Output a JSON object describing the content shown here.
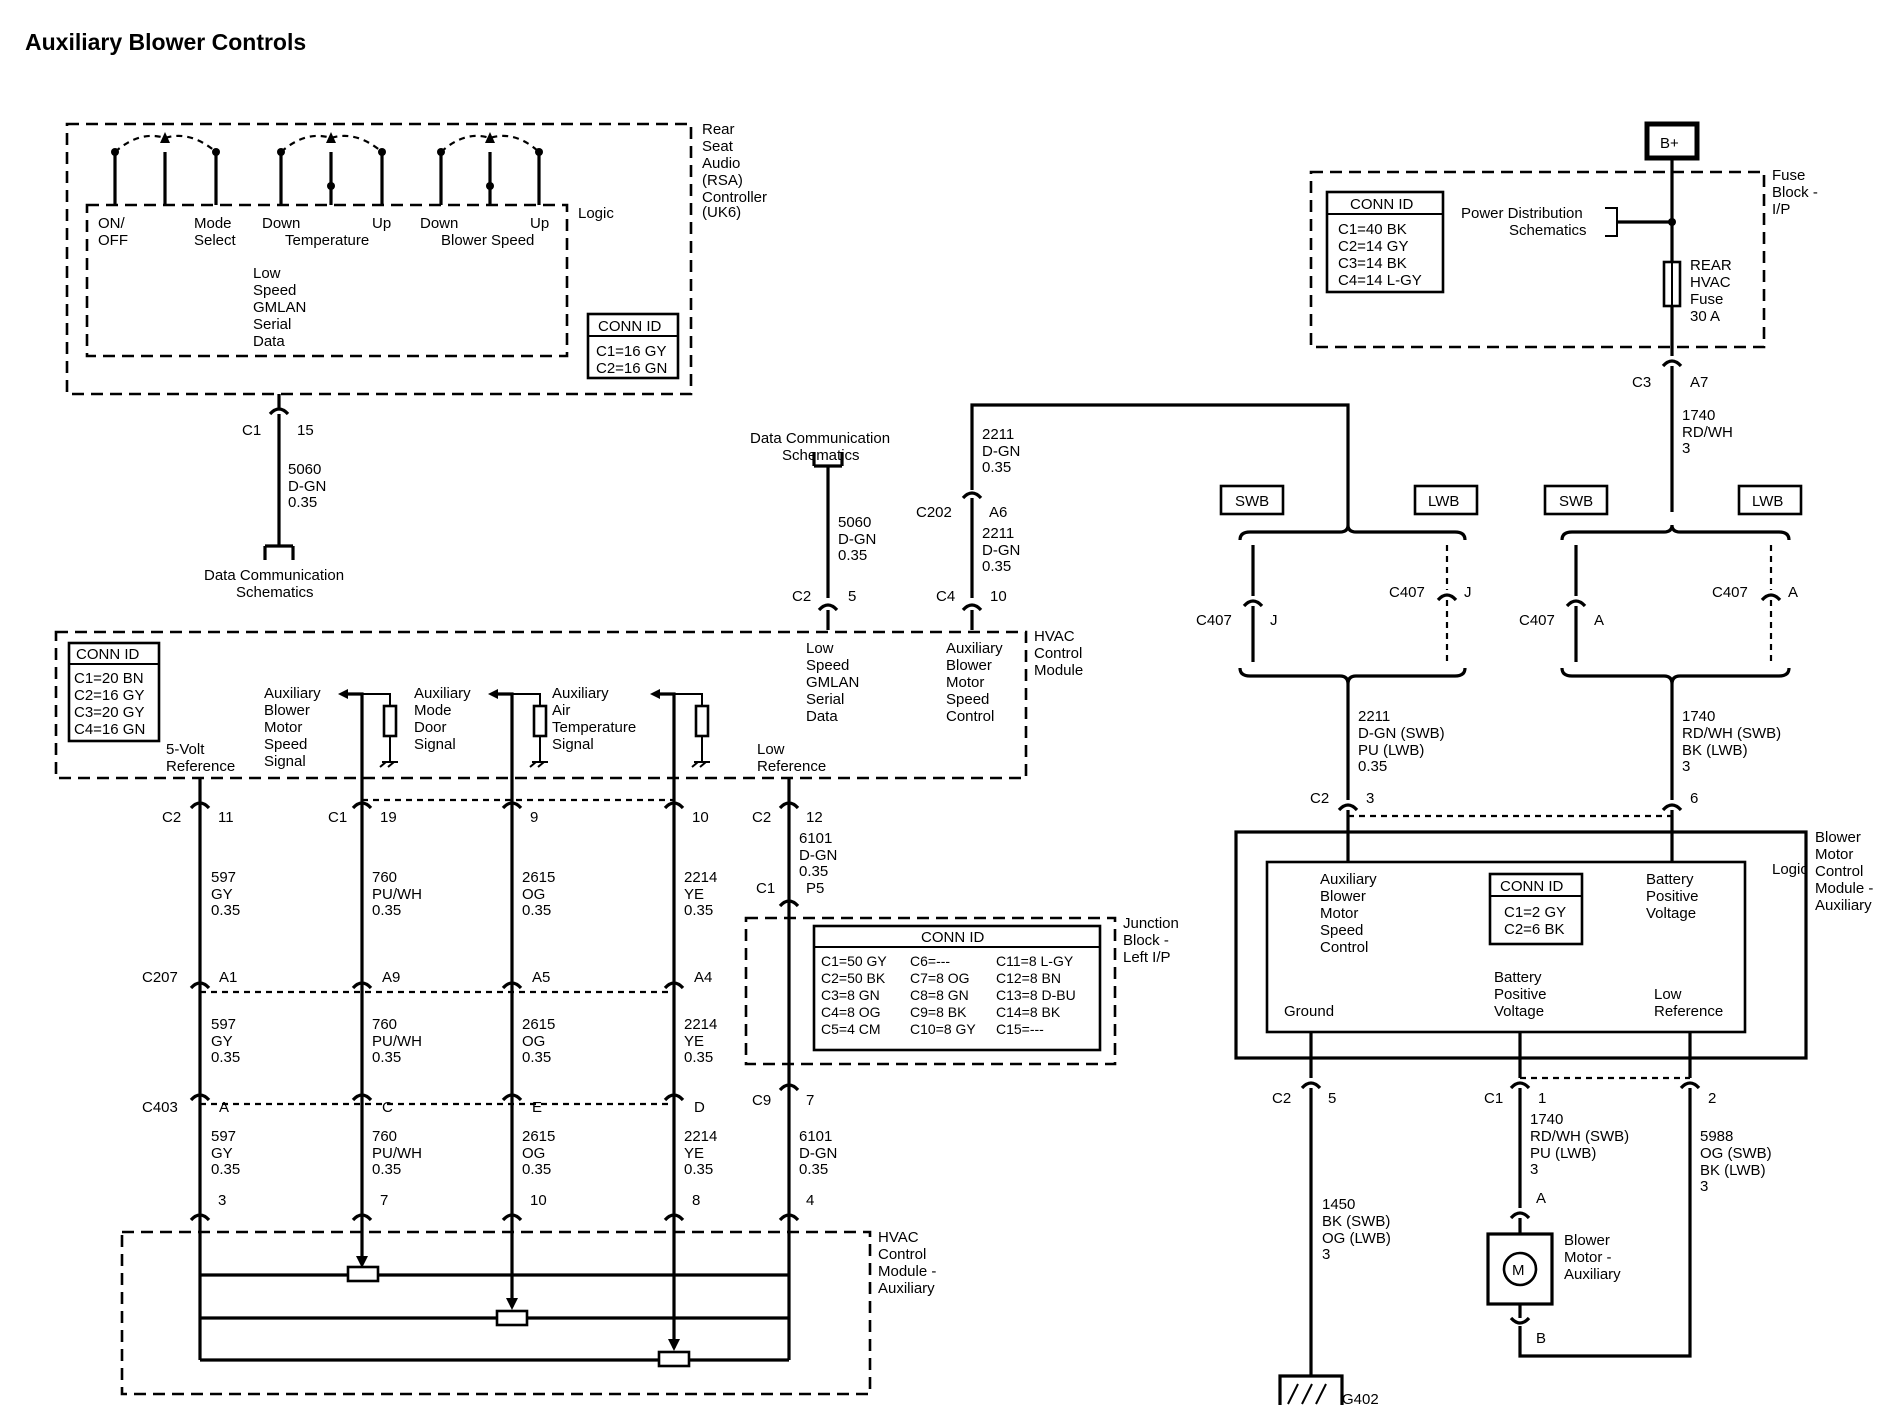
{
  "title": "Auxiliary Blower Controls",
  "rsa": {
    "name": [
      "Rear",
      "Seat",
      "Audio",
      "(RSA)",
      "Controller",
      "(UK6)"
    ],
    "logic": "Logic",
    "switches": [
      [
        "ON/",
        "OFF"
      ],
      [
        "Mode",
        "Select"
      ],
      [
        "Down"
      ],
      [
        "Temperature"
      ],
      [
        "Up"
      ],
      [
        "Down"
      ],
      [
        "Blower Speed"
      ],
      [
        "Up"
      ]
    ],
    "gmlan": [
      "Low",
      "Speed",
      "GMLAN",
      "Serial",
      "Data"
    ],
    "conn": {
      "title": "CONN ID",
      "rows": [
        "C1=16 GY",
        "C2=16 GN"
      ]
    },
    "pin": {
      "conn": "C1",
      "num": "15"
    },
    "wire": [
      "5060",
      "D-GN",
      "0.35"
    ],
    "dcs": [
      "Data Communication",
      "Schematics"
    ]
  },
  "dcs2": {
    "label": [
      "Data Communication",
      "Schematics"
    ],
    "wire": [
      "5060",
      "D-GN",
      "0.35"
    ],
    "pin": {
      "conn": "C2",
      "num": "5"
    }
  },
  "c202": {
    "wire_top": [
      "2211",
      "D-GN",
      "0.35"
    ],
    "conn": "C202",
    "pin": "A6",
    "wire_bot": [
      "2211",
      "D-GN",
      "0.35"
    ],
    "pin2": {
      "conn": "C4",
      "num": "10"
    }
  },
  "hvac": {
    "name": [
      "HVAC",
      "Control",
      "Module"
    ],
    "conn": {
      "title": "CONN ID",
      "rows": [
        "C1=20 BN",
        "C2=16 GY",
        "C3=20 GY",
        "C4=16 GN"
      ]
    },
    "signals": [
      [
        "5-Volt",
        "Reference"
      ],
      [
        "Auxiliary",
        "Blower",
        "Motor",
        "Speed",
        "Signal"
      ],
      [
        "Auxiliary",
        "Mode",
        "Door",
        "Signal"
      ],
      [
        "Auxiliary",
        "Air",
        "Temperature",
        "Signal"
      ],
      [
        "Low",
        "Reference"
      ],
      [
        "Low",
        "Speed",
        "GMLAN",
        "Serial",
        "Data"
      ],
      [
        "Auxiliary",
        "Blower",
        "Motor",
        "Speed",
        "Control"
      ]
    ]
  },
  "cols": [
    {
      "top_conn": "C2",
      "top_pin": "11",
      "w1": [
        "597",
        "GY",
        "0.35"
      ],
      "c207": "A1",
      "w2": [
        "597",
        "GY",
        "0.35"
      ],
      "c403": "A",
      "w3": [
        "597",
        "GY",
        "0.35"
      ],
      "bot": "3"
    },
    {
      "top_conn": "C1",
      "top_pin": "19",
      "w1": [
        "760",
        "PU/WH",
        "0.35"
      ],
      "c207": "A9",
      "w2": [
        "760",
        "PU/WH",
        "0.35"
      ],
      "c403": "C",
      "w3": [
        "760",
        "PU/WH",
        "0.35"
      ],
      "bot": "7"
    },
    {
      "top_conn": "",
      "top_pin": "9",
      "w1": [
        "2615",
        "OG",
        "0.35"
      ],
      "c207": "A5",
      "w2": [
        "2615",
        "OG",
        "0.35"
      ],
      "c403": "E",
      "w3": [
        "2615",
        "OG",
        "0.35"
      ],
      "bot": "10"
    },
    {
      "top_conn": "",
      "top_pin": "10",
      "w1": [
        "2214",
        "YE",
        "0.35"
      ],
      "c207": "A4",
      "w2": [
        "2214",
        "YE",
        "0.35"
      ],
      "c403": "D",
      "w3": [
        "2214",
        "YE",
        "0.35"
      ],
      "bot": "8"
    }
  ],
  "c207_label": "C207",
  "c403_label": "C403",
  "lowref": {
    "conn": "C2",
    "pin": "12",
    "w1": [
      "6101",
      "D-GN",
      "0.35"
    ],
    "c1": "C1",
    "p5": "P5",
    "c9": "C9",
    "pin7": "7",
    "w2": [
      "6101",
      "D-GN",
      "0.35"
    ],
    "bot": "4"
  },
  "junction": {
    "name": [
      "Junction",
      "Block -",
      "Left I/P"
    ],
    "conn_title": "CONN ID",
    "col1": [
      "C1=50 GY",
      "C2=50 BK",
      "C3=8 GN",
      "C4=8 OG",
      "C5=4 CM"
    ],
    "col2": [
      "C6=---",
      "C7=8 OG",
      "C8=8 GN",
      "C9=8 BK",
      "C10=8 GY"
    ],
    "col3": [
      "C11=8 L-GY",
      "C12=8 BN",
      "C13=8 D-BU",
      "C14=8 BK",
      "C15=---"
    ]
  },
  "hvac_aux": {
    "name": [
      "HVAC",
      "Control",
      "Module -",
      "Auxiliary"
    ]
  },
  "fuse": {
    "bplus": "B+",
    "name": [
      "Fuse",
      "Block -",
      "I/P"
    ],
    "conn": {
      "title": "CONN ID",
      "rows": [
        "C1=40 BK",
        "C2=14 GY",
        "C3=14 BK",
        "C4=14 L-GY"
      ]
    },
    "pds": [
      "Power Distribution",
      "Schematics"
    ],
    "fuse": [
      "REAR",
      "HVAC",
      "Fuse",
      "30 A"
    ],
    "c3": "C3",
    "a7": "A7",
    "wire": [
      "1740",
      "RD/WH",
      "3"
    ]
  },
  "swb": "SWB",
  "lwb": "LWB",
  "c407": {
    "label": "C407",
    "j": "J",
    "a": "A"
  },
  "bmcm_wires": {
    "left": [
      "2211",
      "D-GN (SWB)",
      "PU (LWB)",
      "0.35"
    ],
    "right": [
      "1740",
      "RD/WH (SWB)",
      "BK (LWB)",
      "3"
    ]
  },
  "bmcm": {
    "name": [
      "Blower",
      "Motor",
      "Control",
      "Module -",
      "Auxiliary"
    ],
    "logic": "Logic",
    "top_left": {
      "conn": "C2",
      "pin": "3"
    },
    "top_right": {
      "pin": "6"
    },
    "inner": {
      "aux": [
        "Auxiliary",
        "Blower",
        "Motor",
        "Speed",
        "Control"
      ],
      "conn_title": "CONN ID",
      "conn_rows": [
        "C1=2 GY",
        "C2=6 BK"
      ],
      "bpv_top": [
        "Battery",
        "Positive",
        "Voltage"
      ],
      "ground": "Ground",
      "bpv_bot": [
        "Battery",
        "Positive",
        "Voltage"
      ],
      "lowref": [
        "Low",
        "Reference"
      ]
    },
    "bot": {
      "c2": "C2",
      "p5": "5",
      "c1": "C1",
      "p1": "1",
      "p2": "2"
    }
  },
  "ground_wire": [
    "1450",
    "BK (SWB)",
    "OG (LWB)",
    "3"
  ],
  "g402": "G402",
  "motor_wire": [
    "1740",
    "RD/WH (SWB)",
    "PU (LWB)",
    "3"
  ],
  "lowref_wire": [
    "5988",
    "OG (SWB)",
    "BK (LWB)",
    "3"
  ],
  "motor": {
    "a": "A",
    "b": "B",
    "m": "M",
    "name": [
      "Blower",
      "Motor -",
      "Auxiliary"
    ]
  }
}
